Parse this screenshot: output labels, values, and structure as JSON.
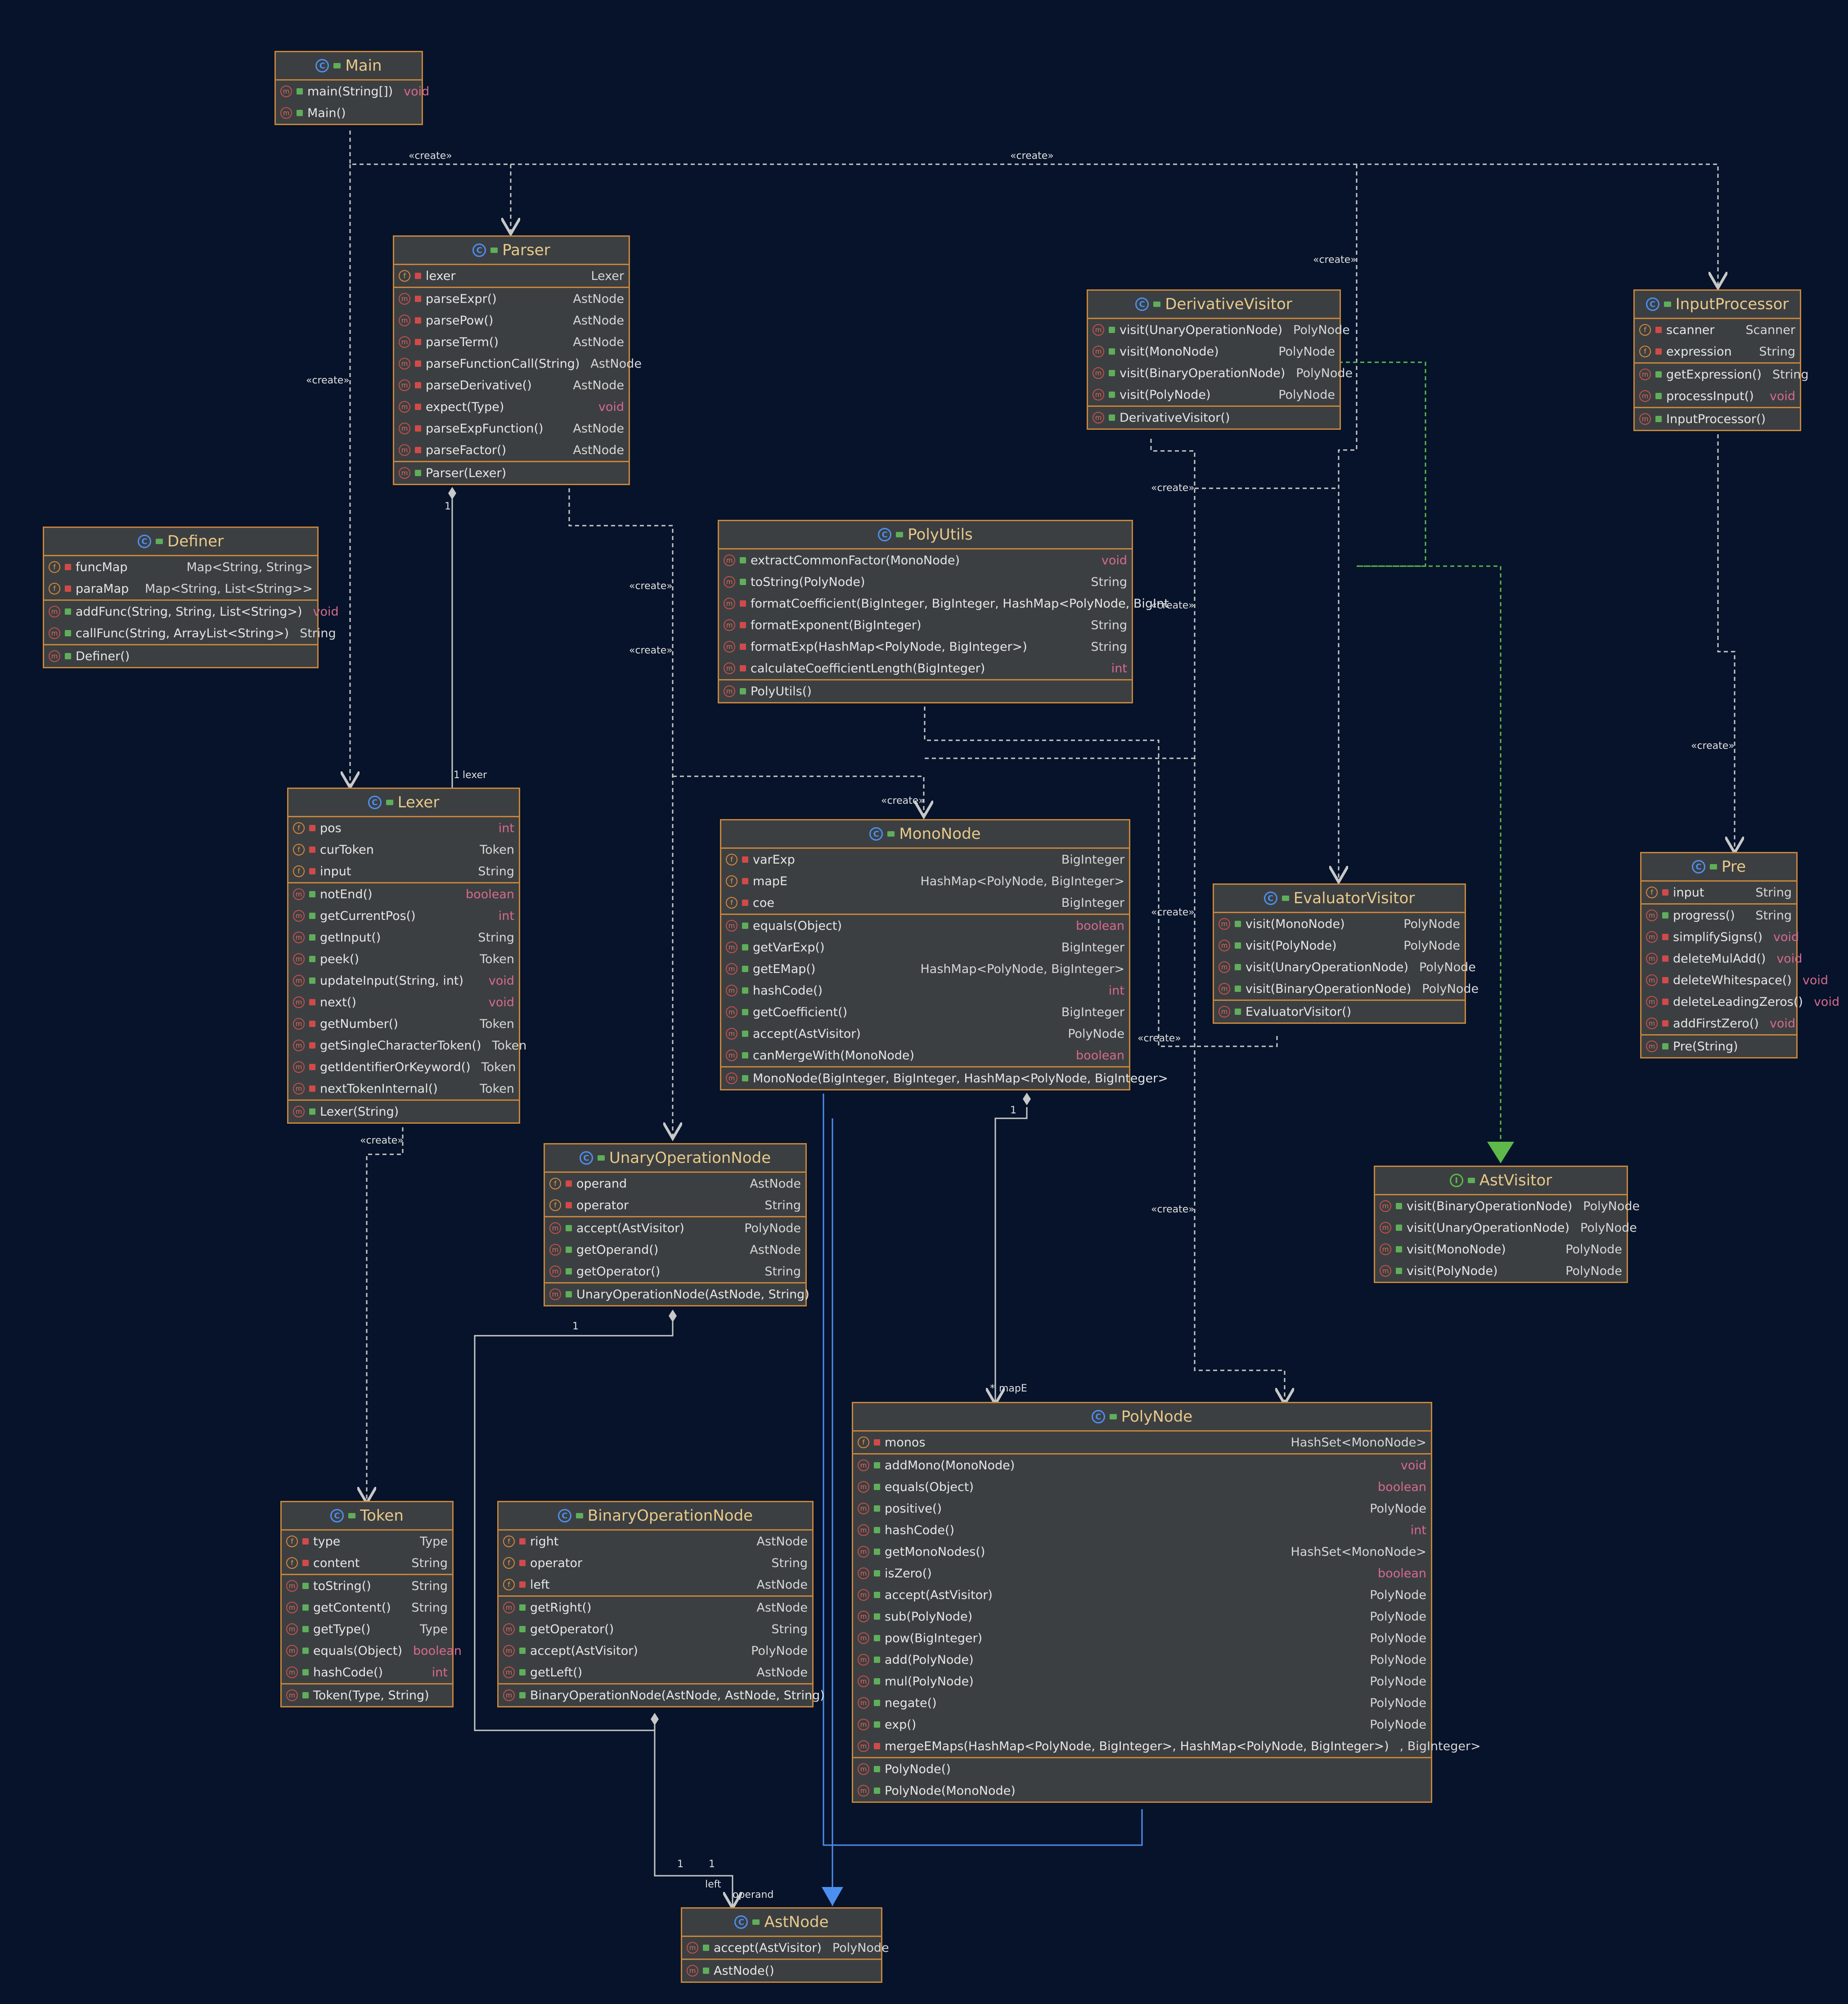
{
  "colors": {
    "background": "#06132a",
    "box_border": "#c8853a",
    "box_fill": "#3c3f41",
    "dependency": "#c8c8c8",
    "association_blue": "#4d8ff0",
    "realization": "#5fb84a"
  },
  "classes": {
    "main": {
      "name": "Main",
      "methods": [
        {
          "name": "main(String[])",
          "type": "void"
        },
        {
          "name": "Main()",
          "type": ""
        }
      ]
    },
    "parser": {
      "name": "Parser",
      "fields": [
        {
          "name": "lexer",
          "type": "Lexer"
        }
      ],
      "methods": [
        {
          "name": "parseExpr()",
          "type": "AstNode"
        },
        {
          "name": "parsePow()",
          "type": "AstNode"
        },
        {
          "name": "parseTerm()",
          "type": "AstNode"
        },
        {
          "name": "parseFunctionCall(String)",
          "type": "AstNode"
        },
        {
          "name": "parseDerivative()",
          "type": "AstNode"
        },
        {
          "name": "expect(Type)",
          "type": "void"
        },
        {
          "name": "parseExpFunction()",
          "type": "AstNode"
        },
        {
          "name": "parseFactor()",
          "type": "AstNode"
        }
      ],
      "constructors": [
        {
          "name": "Parser(Lexer)",
          "type": ""
        }
      ]
    },
    "derivative_visitor": {
      "name": "DerivativeVisitor",
      "methods": [
        {
          "name": "visit(UnaryOperationNode)",
          "type": "PolyNode"
        },
        {
          "name": "visit(MonoNode)",
          "type": "PolyNode"
        },
        {
          "name": "visit(BinaryOperationNode)",
          "type": "PolyNode"
        },
        {
          "name": "visit(PolyNode)",
          "type": "PolyNode"
        }
      ],
      "constructors": [
        {
          "name": "DerivativeVisitor()",
          "type": ""
        }
      ]
    },
    "input_processor": {
      "name": "InputProcessor",
      "fields": [
        {
          "name": "scanner",
          "type": "Scanner"
        },
        {
          "name": "expression",
          "type": "String"
        }
      ],
      "methods": [
        {
          "name": "getExpression()",
          "type": "String"
        },
        {
          "name": "processInput()",
          "type": "void"
        }
      ],
      "constructors": [
        {
          "name": "InputProcessor()",
          "type": ""
        }
      ]
    },
    "definer": {
      "name": "Definer",
      "fields": [
        {
          "name": "funcMap",
          "type": "Map<String, String>"
        },
        {
          "name": "paraMap",
          "type": "Map<String, List<String>>"
        }
      ],
      "methods": [
        {
          "name": "addFunc(String, String, List<String>)",
          "type": "void"
        },
        {
          "name": "callFunc(String, ArrayList<String>)",
          "type": "String"
        }
      ],
      "constructors": [
        {
          "name": "Definer()",
          "type": ""
        }
      ]
    },
    "poly_utils": {
      "name": "PolyUtils",
      "methods": [
        {
          "name": "extractCommonFactor(MonoNode)",
          "type": "void"
        },
        {
          "name": "toString(PolyNode)",
          "type": "String"
        },
        {
          "name": "formatCoefficient(BigInteger, BigInteger, HashMap<PolyNode, BigInt",
          "type": ""
        },
        {
          "name": "formatExponent(BigInteger)",
          "type": "String"
        },
        {
          "name": "formatExp(HashMap<PolyNode, BigInteger>)",
          "type": "String"
        },
        {
          "name": "calculateCoefficientLength(BigInteger)",
          "type": "int"
        }
      ],
      "constructors": [
        {
          "name": "PolyUtils()",
          "type": ""
        }
      ]
    },
    "lexer": {
      "name": "Lexer",
      "fields": [
        {
          "name": "pos",
          "type": "int"
        },
        {
          "name": "curToken",
          "type": "Token"
        },
        {
          "name": "input",
          "type": "String"
        }
      ],
      "methods": [
        {
          "name": "notEnd()",
          "type": "boolean"
        },
        {
          "name": "getCurrentPos()",
          "type": "int"
        },
        {
          "name": "getInput()",
          "type": "String"
        },
        {
          "name": "peek()",
          "type": "Token"
        },
        {
          "name": "updateInput(String, int)",
          "type": "void"
        },
        {
          "name": "next()",
          "type": "void"
        },
        {
          "name": "getNumber()",
          "type": "Token"
        },
        {
          "name": "getSingleCharacterToken()",
          "type": "Token"
        },
        {
          "name": "getIdentifierOrKeyword()",
          "type": "Token"
        },
        {
          "name": "nextTokenInternal()",
          "type": "Token"
        }
      ],
      "constructors": [
        {
          "name": "Lexer(String)",
          "type": ""
        }
      ]
    },
    "mono_node": {
      "name": "MonoNode",
      "fields": [
        {
          "name": "varExp",
          "type": "BigInteger"
        },
        {
          "name": "mapE",
          "type": "HashMap<PolyNode, BigInteger>"
        },
        {
          "name": "coe",
          "type": "BigInteger"
        }
      ],
      "methods": [
        {
          "name": "equals(Object)",
          "type": "boolean"
        },
        {
          "name": "getVarExp()",
          "type": "BigInteger"
        },
        {
          "name": "getEMap()",
          "type": "HashMap<PolyNode, BigInteger>"
        },
        {
          "name": "hashCode()",
          "type": "int"
        },
        {
          "name": "getCoefficient()",
          "type": "BigInteger"
        },
        {
          "name": "accept(AstVisitor)",
          "type": "PolyNode"
        },
        {
          "name": "canMergeWith(MonoNode)",
          "type": "boolean"
        }
      ],
      "constructors": [
        {
          "name": "MonoNode(BigInteger, BigInteger, HashMap<PolyNode, BigInteger>",
          "type": ""
        }
      ]
    },
    "evaluator_visitor": {
      "name": "EvaluatorVisitor",
      "methods": [
        {
          "name": "visit(MonoNode)",
          "type": "PolyNode"
        },
        {
          "name": "visit(PolyNode)",
          "type": "PolyNode"
        },
        {
          "name": "visit(UnaryOperationNode)",
          "type": "PolyNode"
        },
        {
          "name": "visit(BinaryOperationNode)",
          "type": "PolyNode"
        }
      ],
      "constructors": [
        {
          "name": "EvaluatorVisitor()",
          "type": ""
        }
      ]
    },
    "pre": {
      "name": "Pre",
      "fields": [
        {
          "name": "input",
          "type": "String"
        }
      ],
      "methods": [
        {
          "name": "progress()",
          "type": "String"
        },
        {
          "name": "simplifySigns()",
          "type": "void"
        },
        {
          "name": "deleteMulAdd()",
          "type": "void"
        },
        {
          "name": "deleteWhitespace()",
          "type": "void"
        },
        {
          "name": "deleteLeadingZeros()",
          "type": "void"
        },
        {
          "name": "addFirstZero()",
          "type": "void"
        }
      ],
      "constructors": [
        {
          "name": "Pre(String)",
          "type": ""
        }
      ]
    },
    "unary_operation_node": {
      "name": "UnaryOperationNode",
      "fields": [
        {
          "name": "operand",
          "type": "AstNode"
        },
        {
          "name": "operator",
          "type": "String"
        }
      ],
      "methods": [
        {
          "name": "accept(AstVisitor)",
          "type": "PolyNode"
        },
        {
          "name": "getOperand()",
          "type": "AstNode"
        },
        {
          "name": "getOperator()",
          "type": "String"
        }
      ],
      "constructors": [
        {
          "name": "UnaryOperationNode(AstNode, String)",
          "type": ""
        }
      ]
    },
    "ast_visitor": {
      "name": "AstVisitor",
      "methods": [
        {
          "name": "visit(BinaryOperationNode)",
          "type": "PolyNode"
        },
        {
          "name": "visit(UnaryOperationNode)",
          "type": "PolyNode"
        },
        {
          "name": "visit(MonoNode)",
          "type": "PolyNode"
        },
        {
          "name": "visit(PolyNode)",
          "type": "PolyNode"
        }
      ]
    },
    "poly_node": {
      "name": "PolyNode",
      "fields": [
        {
          "name": "monos",
          "type": "HashSet<MonoNode>"
        }
      ],
      "methods": [
        {
          "name": "addMono(MonoNode)",
          "type": "void"
        },
        {
          "name": "equals(Object)",
          "type": "boolean"
        },
        {
          "name": "positive()",
          "type": "PolyNode"
        },
        {
          "name": "hashCode()",
          "type": "int"
        },
        {
          "name": "getMonoNodes()",
          "type": "HashSet<MonoNode>"
        },
        {
          "name": "isZero()",
          "type": "boolean"
        },
        {
          "name": "accept(AstVisitor)",
          "type": "PolyNode"
        },
        {
          "name": "sub(PolyNode)",
          "type": "PolyNode"
        },
        {
          "name": "pow(BigInteger)",
          "type": "PolyNode"
        },
        {
          "name": "add(PolyNode)",
          "type": "PolyNode"
        },
        {
          "name": "mul(PolyNode)",
          "type": "PolyNode"
        },
        {
          "name": "negate()",
          "type": "PolyNode"
        },
        {
          "name": "exp()",
          "type": "PolyNode"
        },
        {
          "name": "mergeEMaps(HashMap<PolyNode, BigInteger>, HashMap<PolyNode, BigInteger>)",
          "type": ", BigInteger>"
        }
      ],
      "constructors": [
        {
          "name": "PolyNode()",
          "type": ""
        },
        {
          "name": "PolyNode(MonoNode)",
          "type": ""
        }
      ]
    },
    "token": {
      "name": "Token",
      "fields": [
        {
          "name": "type",
          "type": "Type"
        },
        {
          "name": "content",
          "type": "String"
        }
      ],
      "methods": [
        {
          "name": "toString()",
          "type": "String"
        },
        {
          "name": "getContent()",
          "type": "String"
        },
        {
          "name": "getType()",
          "type": "Type"
        },
        {
          "name": "equals(Object)",
          "type": "boolean"
        },
        {
          "name": "hashCode()",
          "type": "int"
        }
      ],
      "constructors": [
        {
          "name": "Token(Type, String)",
          "type": ""
        }
      ]
    },
    "binary_operation_node": {
      "name": "BinaryOperationNode",
      "fields": [
        {
          "name": "right",
          "type": "AstNode"
        },
        {
          "name": "operator",
          "type": "String"
        },
        {
          "name": "left",
          "type": "AstNode"
        }
      ],
      "methods": [
        {
          "name": "getRight()",
          "type": "AstNode"
        },
        {
          "name": "getOperator()",
          "type": "String"
        },
        {
          "name": "accept(AstVisitor)",
          "type": "PolyNode"
        },
        {
          "name": "getLeft()",
          "type": "AstNode"
        }
      ],
      "constructors": [
        {
          "name": "BinaryOperationNode(AstNode, AstNode, String)",
          "type": ""
        }
      ]
    },
    "ast_node": {
      "name": "AstNode",
      "methods": [
        {
          "name": "accept(AstVisitor)",
          "type": "PolyNode"
        }
      ],
      "constructors": [
        {
          "name": "AstNode()",
          "type": ""
        }
      ]
    }
  },
  "labels": {
    "create": "«create»",
    "one": "1",
    "many": "*",
    "lexer_role": "lexer",
    "mape_role": "mapE",
    "left_role": "left",
    "operand_role": "operand"
  }
}
